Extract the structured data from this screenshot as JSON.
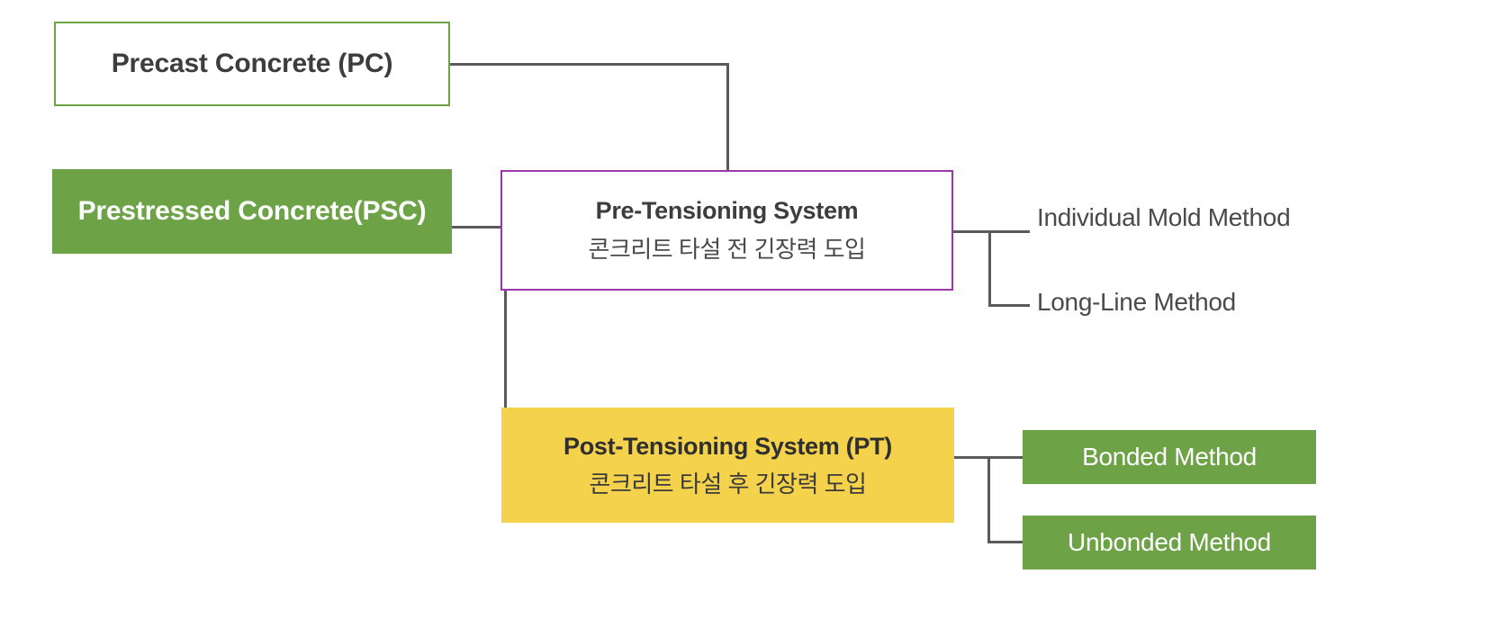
{
  "diagram": {
    "title_present": false,
    "colors": {
      "green_fill": "#6da246",
      "green_border": "#6da246",
      "purple_border": "#9b37a8",
      "yellow_fill": "#f5d24c",
      "connector": "#5a5a5a",
      "text_dark": "#3d3d3d",
      "text_light": "#ffffff",
      "background": "#ffffff"
    },
    "nodes": {
      "precast": {
        "title": "Precast Concrete (PC)",
        "style": "white-box-green-outline"
      },
      "prestressed": {
        "title": "Prestressed Concrete(PSC)",
        "style": "solid-green"
      },
      "pre_tensioning": {
        "title": "Pre-Tensioning System",
        "subtitle": "콘크리트 타설 전 긴장력 도입",
        "style": "white-box-purple-outline"
      },
      "post_tensioning": {
        "title": "Post-Tensioning System (PT)",
        "subtitle": "콘크리트 타설 후 긴장력 도입",
        "style": "solid-yellow"
      }
    },
    "pre_tensioning_methods": [
      {
        "label": "Individual Mold Method",
        "style": "plain-text"
      },
      {
        "label": "Long-Line Method",
        "style": "plain-text"
      }
    ],
    "post_tensioning_methods": [
      {
        "label": "Bonded Method",
        "style": "solid-green-box"
      },
      {
        "label": "Unbonded Method",
        "style": "solid-green-box"
      }
    ]
  }
}
